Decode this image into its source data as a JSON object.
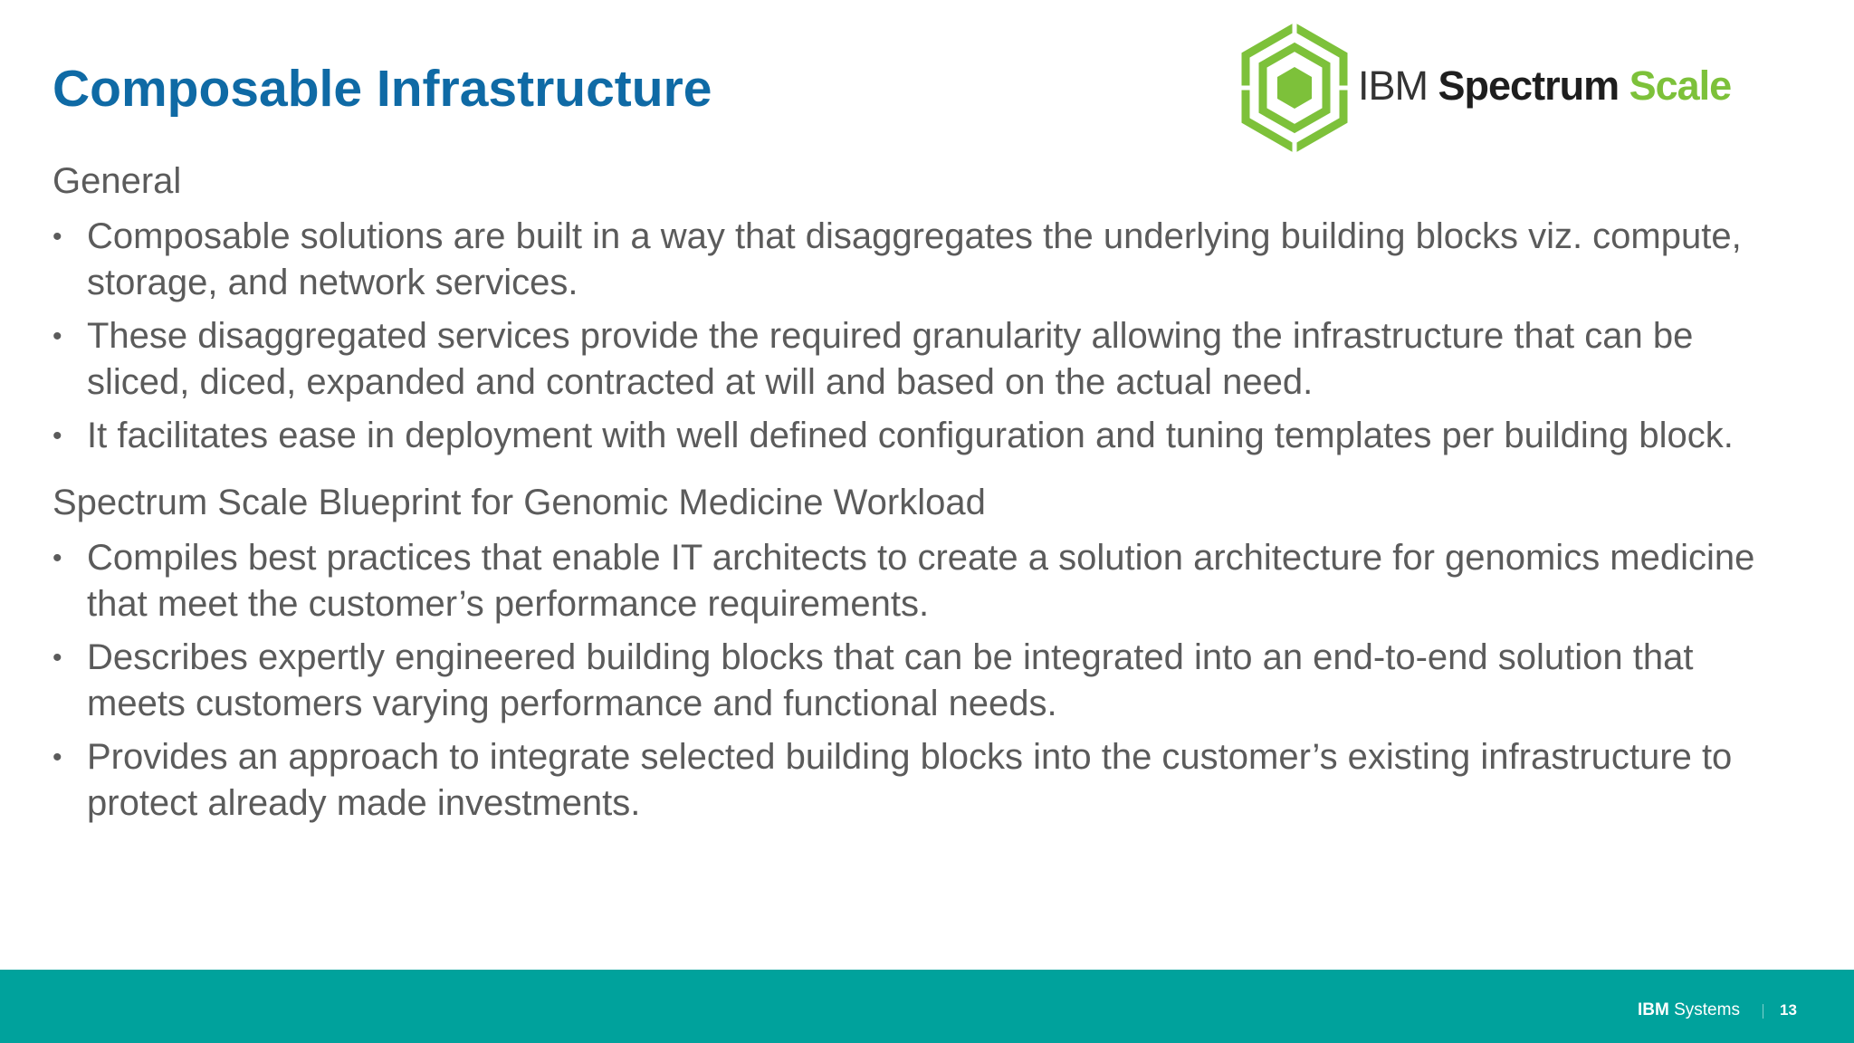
{
  "slide": {
    "title": "Composable Infrastructure",
    "logo": {
      "ibm": "IBM",
      "spectrum": "Spectrum",
      "scale": "Scale",
      "accent_color": "#7dc13a"
    },
    "sections": [
      {
        "heading": "General",
        "bullets": [
          "Composable solutions are built in a way that disaggregates the underlying building blocks viz. compute, storage, and network services.",
          "These disaggregated services provide the required granularity allowing the infrastructure that can be sliced, diced, expanded and contracted at will and based on the actual need.",
          "It facilitates ease in deployment with well defined configuration and tuning templates per building block."
        ]
      },
      {
        "heading": "Spectrum Scale Blueprint for Genomic Medicine Workload",
        "bullets": [
          "Compiles best practices that enable IT architects to create a solution architecture for genomics medicine that meet the customer’s performance requirements.",
          "Describes expertly engineered building blocks that can be integrated into an end-to-end solution that meets customers varying performance and functional needs.",
          "Provides an approach to integrate selected building blocks into the customer’s existing infrastructure to protect already made investments."
        ]
      }
    ],
    "footer": {
      "brand_bold": "IBM",
      "brand_rest": " Systems",
      "page_number": "13",
      "bar_color": "#00a29c"
    },
    "bullet_glyph": "•"
  }
}
